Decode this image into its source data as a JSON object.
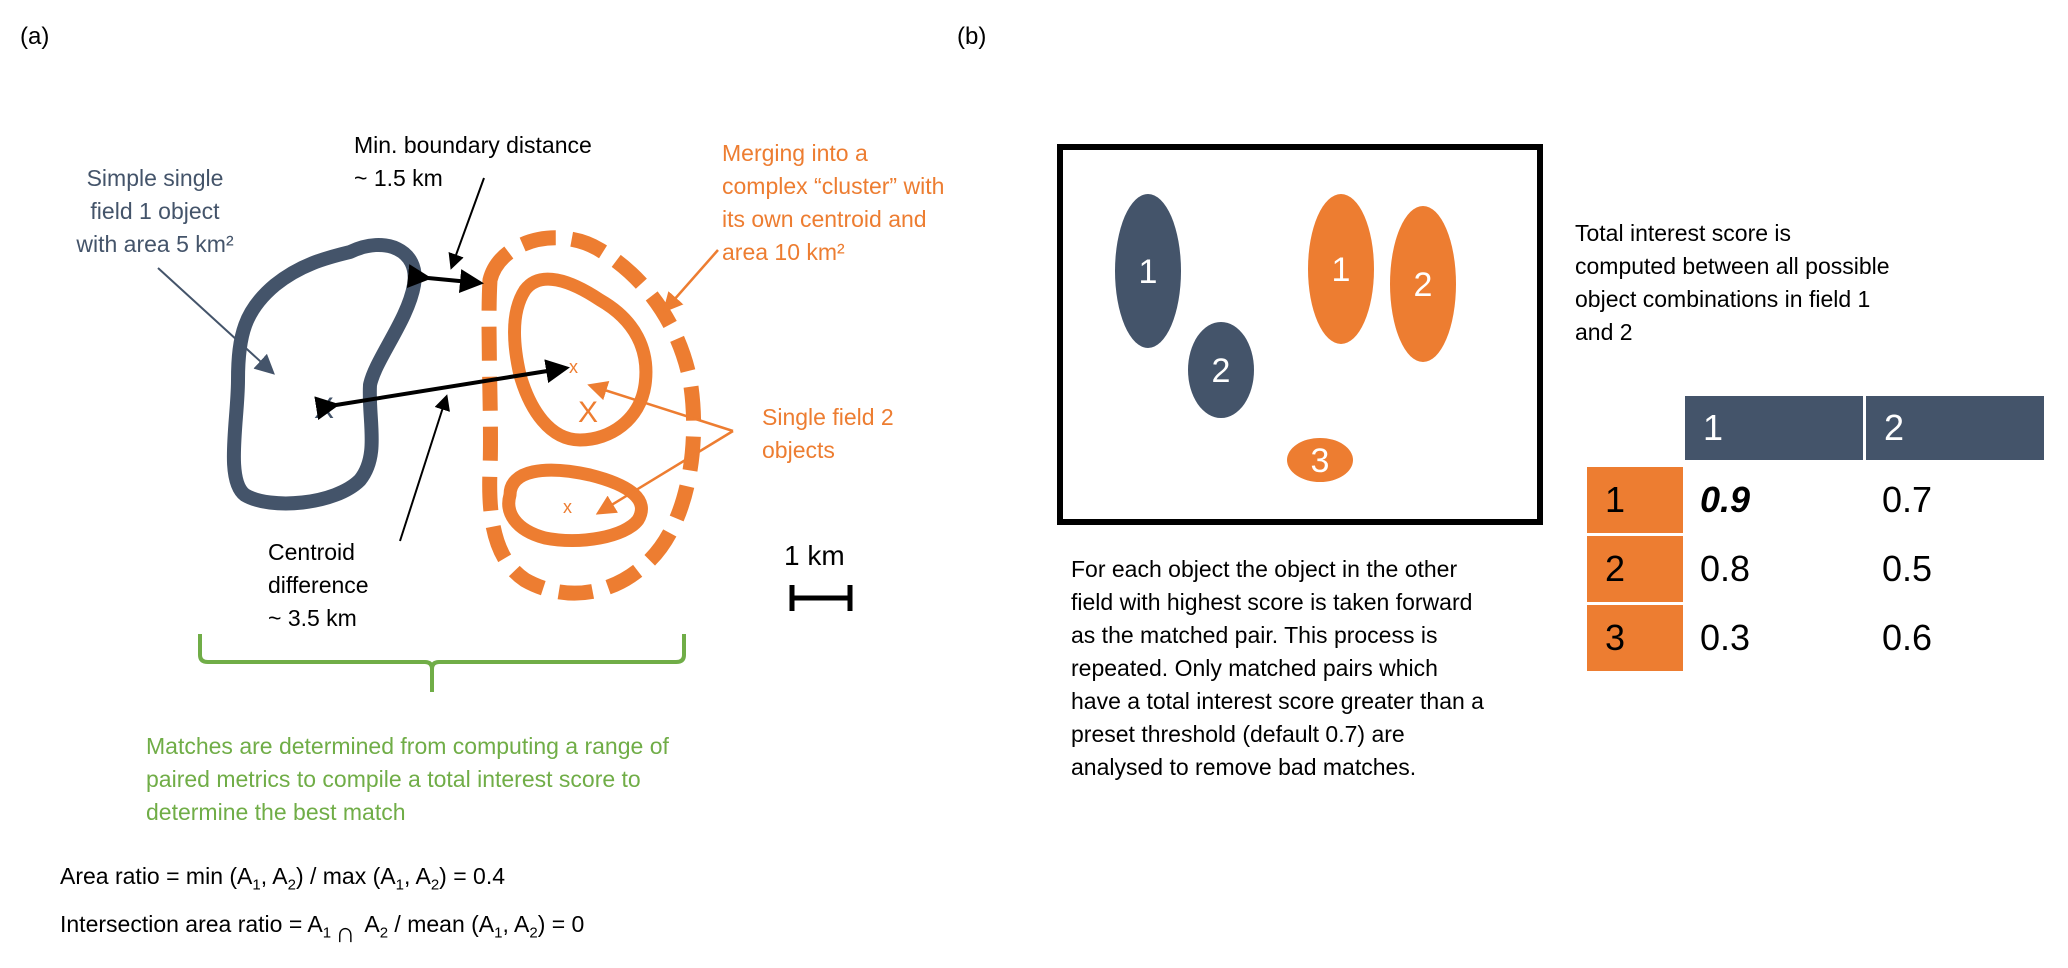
{
  "colors": {
    "field1": "#44546A",
    "field2": "#ED7D31",
    "summary": "#70AD47",
    "text": "#000000"
  },
  "panel_a": {
    "label": "(a)",
    "field1_annotation": [
      "Simple single",
      "field 1 object",
      "with area 5 km²"
    ],
    "boundary_distance": [
      "Min. boundary distance",
      "~ 1.5 km"
    ],
    "cluster_annotation": [
      "Merging into a",
      "complex “cluster” with",
      "its own centroid and",
      "area 10 km²"
    ],
    "single_objects_annotation": [
      "Single field 2",
      "objects"
    ],
    "centroid_difference": [
      "Centroid",
      "difference",
      "~ 3.5 km"
    ],
    "scale_bar_label": "1 km",
    "centroid_marker": "X",
    "small_centroid_marker": "x",
    "summary": [
      "Matches are determined from computing a range of",
      "paired metrics to compile a total interest score to",
      "determine the best match"
    ],
    "formula_area_ratio": {
      "prefix": "Area ratio = min (A",
      "s1": "1",
      "mid1": ", A",
      "s2": "2",
      "mid2": ") / max (A",
      "s3": "1",
      "mid3": ",  A",
      "s4": "2",
      "suffix": ") = 0.4"
    },
    "formula_intersection": {
      "prefix": "Intersection area ratio =  A",
      "s1": "1",
      "op": "∩",
      "mid1": " A",
      "s2": "2",
      "mid2": " / mean (A",
      "s3": "1",
      "mid3": ",  A",
      "s4": "2",
      "suffix": ") = 0"
    }
  },
  "panel_b": {
    "label": "(b)",
    "field1_objects": [
      "1",
      "2"
    ],
    "field2_objects": [
      "1",
      "2",
      "3"
    ],
    "intro_text": [
      "Total interest score is",
      "computed between all possible",
      "object combinations in field 1",
      "and 2"
    ],
    "matching_text": [
      "For each object the object in the other",
      "field with highest score is taken forward",
      "as the matched pair. This process is",
      "repeated. Only matched pairs which",
      "have a total interest score greater than a",
      "preset threshold (default 0.7) are",
      "analysed to remove bad matches."
    ],
    "table": {
      "column_headers": [
        "1",
        "2"
      ],
      "row_headers": [
        "1",
        "2",
        "3"
      ],
      "rows": [
        [
          "0.9",
          "0.7"
        ],
        [
          "0.8",
          "0.5"
        ],
        [
          "0.3",
          "0.6"
        ]
      ],
      "highlighted": "0.9"
    }
  }
}
